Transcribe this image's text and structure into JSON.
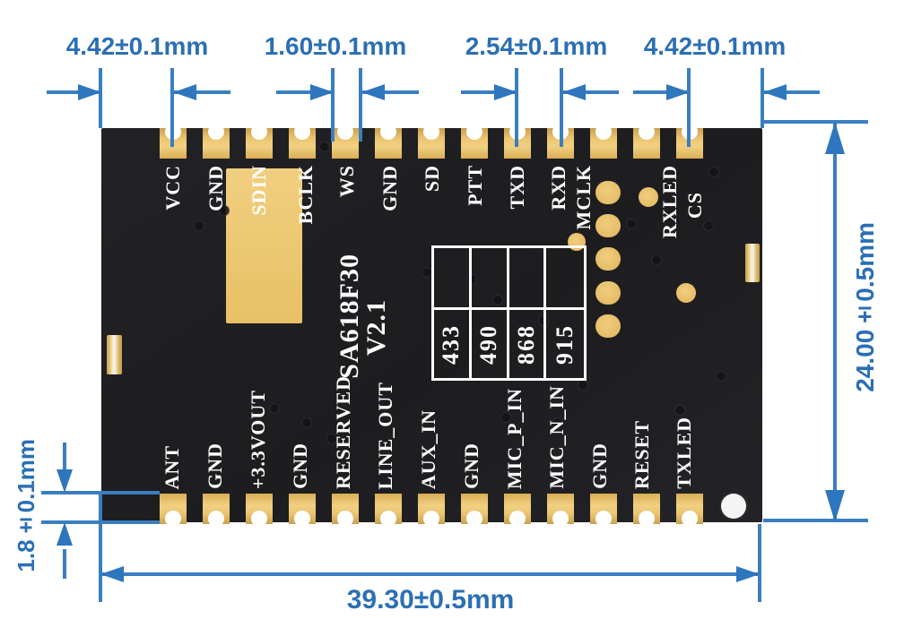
{
  "module": {
    "name": "SA618F30",
    "version": "V2.1",
    "frequencies": [
      "433",
      "490",
      "868",
      "915"
    ],
    "top_pins": [
      "VCC",
      "GND",
      "SDIN",
      "BCLK",
      "WS",
      "GND",
      "SD",
      "PTT",
      "TXD",
      "RXD",
      "MCLK",
      "RXLED",
      "CS"
    ],
    "bottom_pins": [
      "ANT",
      "GND",
      "+3.3VOUT",
      "GND",
      "RESERVED",
      "LINE_OUT",
      "AUX_IN",
      "GND",
      "MIC_P_IN",
      "MIC_N_IN",
      "GND",
      "RESET",
      "TXLED"
    ]
  },
  "dimensions": {
    "top": [
      "4.42±0.1mm",
      "1.60±0.1mm",
      "2.54±0.1mm",
      "4.42±0.1mm"
    ],
    "right": "24.00±0.5mm",
    "bottom": "39.30±0.5mm",
    "left": "1.8±0.1mm"
  },
  "colors": {
    "dimension_blue": "#2E76BD",
    "board_black": "#1F1F22",
    "pad_gold": "#E7BE67",
    "silkscreen_white": "#FFFFFF"
  }
}
